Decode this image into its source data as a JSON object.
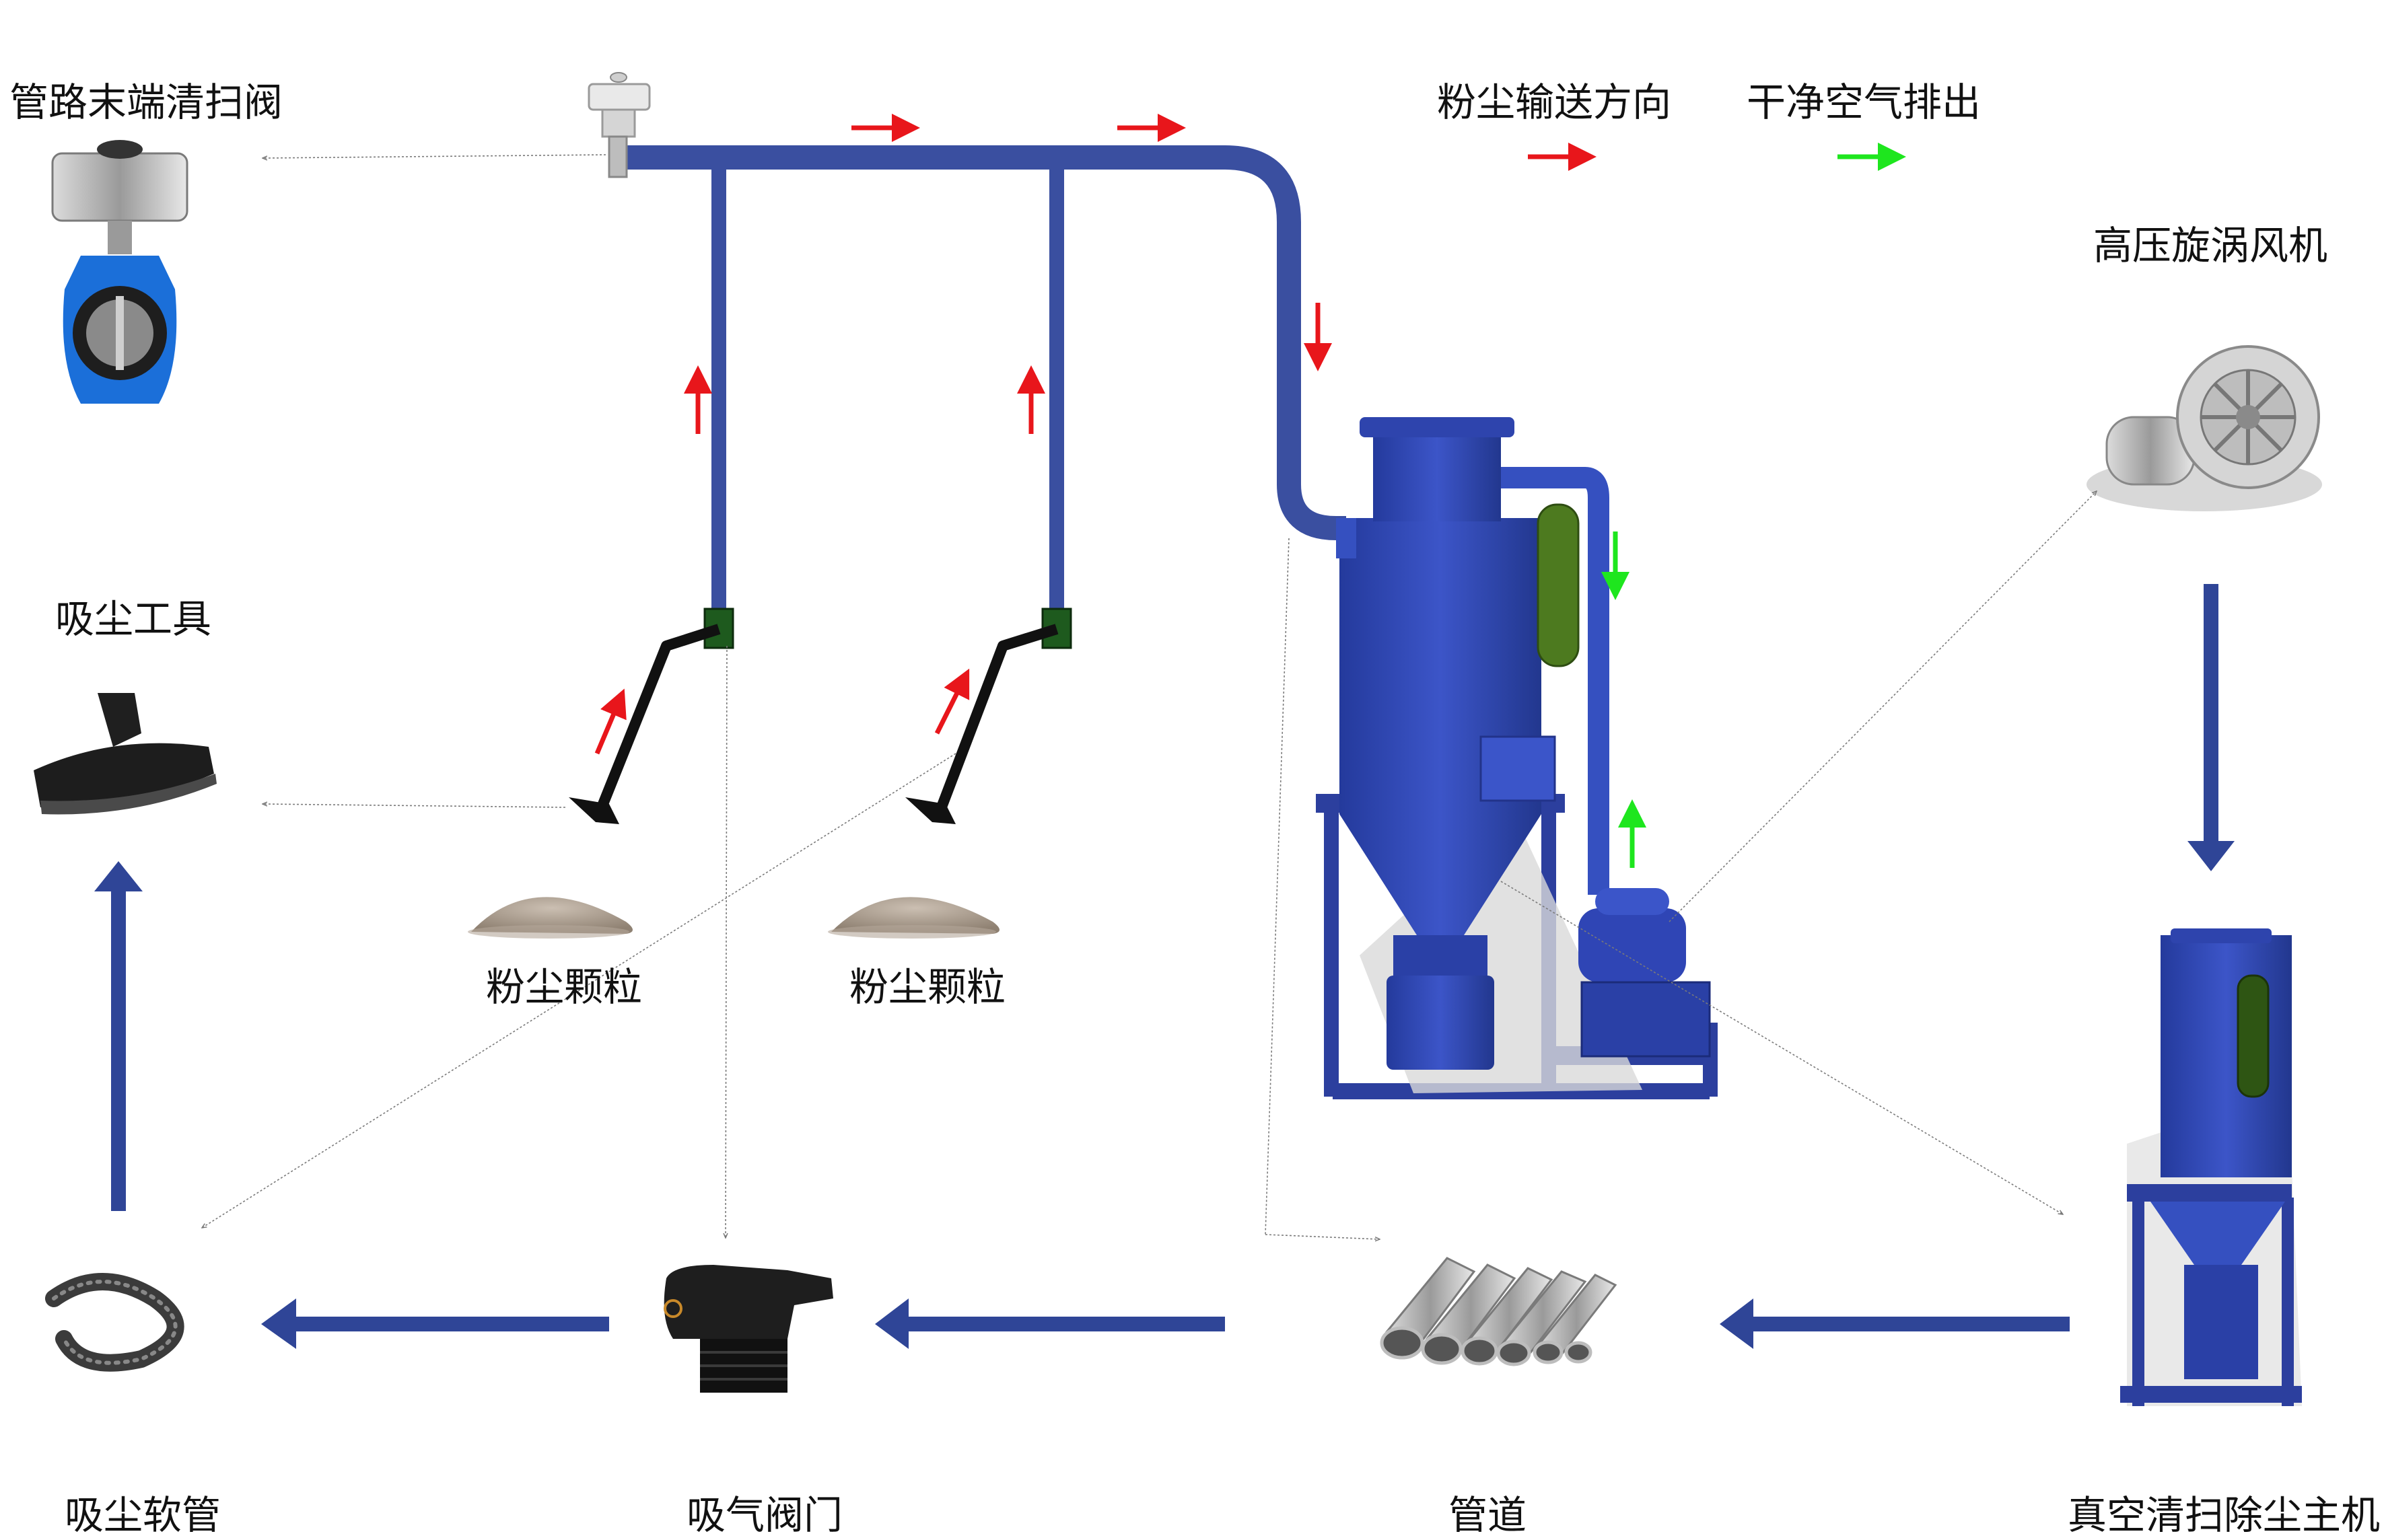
{
  "legend": {
    "dust_direction": "粉尘输送方向",
    "clean_air_exhaust": "干净空气排出",
    "dust_color": "#e8161b",
    "clean_color": "#1ee61e"
  },
  "labels": {
    "end_valve": "管路末端清扫阀",
    "vacuum_tool": "吸尘工具",
    "dust_particles_1": "粉尘颗粒",
    "dust_particles_2": "粉尘颗粒",
    "blower": "高压旋涡风机",
    "hose": "吸尘软管",
    "intake_valve": "吸气阀门",
    "pipe": "管道",
    "main_unit": "真空清扫除尘主机"
  },
  "colors": {
    "pipe_blue": "#3a4fa0",
    "machine_blue": "#2f45b5",
    "flow_arrow": "#2f4597"
  },
  "icons": [
    "butterfly-valve-icon",
    "valve-actuator-icon",
    "floor-brush-icon",
    "dust-pile-icon",
    "vortex-blower-icon",
    "flexible-hose-icon",
    "intake-valve-icon",
    "steel-pipes-icon",
    "dust-collector-icon"
  ]
}
